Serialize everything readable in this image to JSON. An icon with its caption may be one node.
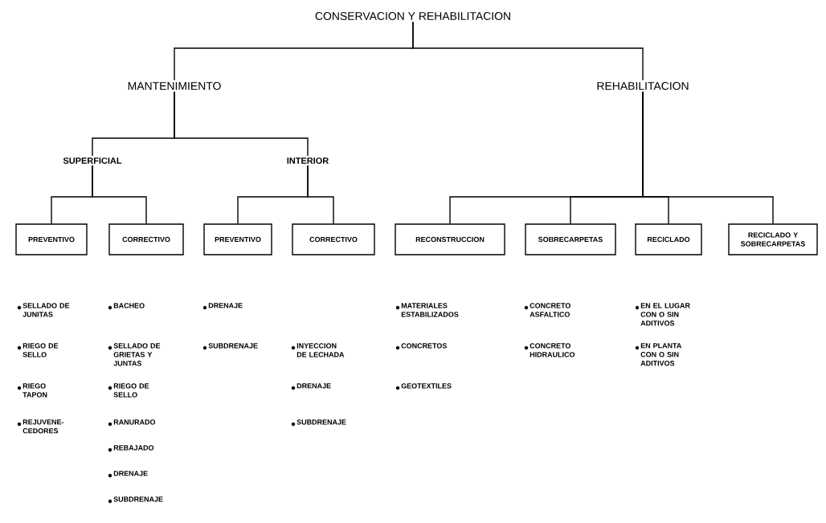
{
  "diagram": {
    "nodes": [
      {
        "text": [
          "CONSERVACION  Y REHABILITACION"
        ]
      },
      {
        "text": [
          "MANTENIMIENTO"
        ]
      },
      {
        "text": [
          "REHABILITACION"
        ]
      },
      {
        "text": [
          "SUPERFICIAL"
        ]
      },
      {
        "text": [
          "INTERIOR"
        ]
      },
      {
        "text": [
          "PREVENTIVO"
        ]
      },
      {
        "text": [
          "CORRECTIVO"
        ]
      },
      {
        "text": [
          "PREVENTIVO"
        ]
      },
      {
        "text": [
          "CORRECTIVO"
        ]
      },
      {
        "text": [
          "RECONSTRUCCION"
        ]
      },
      {
        "text": [
          "SOBRECARPETAS"
        ]
      },
      {
        "text": [
          "RECICLADO"
        ]
      },
      {
        "text": [
          "RECICLADO Y SOBRECARPETAS"
        ]
      }
    ],
    "edges": [
      {
        "from": 0,
        "to": 1,
        "arrow": "none"
      },
      {
        "from": 0,
        "to": 2,
        "arrow": "none"
      },
      {
        "from": 1,
        "to": 3,
        "arrow": "none"
      },
      {
        "from": 1,
        "to": 4,
        "arrow": "none"
      },
      {
        "from": 3,
        "to": 5,
        "arrow": "none"
      },
      {
        "from": 3,
        "to": 6,
        "arrow": "none"
      },
      {
        "from": 4,
        "to": 7,
        "arrow": "none"
      },
      {
        "from": 4,
        "to": 8,
        "arrow": "none"
      },
      {
        "from": 2,
        "to": 9,
        "arrow": "none"
      },
      {
        "from": 2,
        "to": 10,
        "arrow": "none"
      },
      {
        "from": 2,
        "to": 11,
        "arrow": "none"
      },
      {
        "from": 2,
        "to": 12,
        "arrow": "none"
      }
    ],
    "labels": [
      "SELLADO DE JUNITAS",
      "BACHEO",
      "DRENAJE",
      "MATERIALES ESTABILIZADOS",
      "CONCRETO ASFALTICO",
      "EN EL LUGAR CON O SIN ADITIVOS",
      "RIEGO DE SELLO",
      "SELLADO DE GRIETAS Y JUNTAS",
      "SUBDRENAJE",
      "INYECCION DE LECHADA",
      "CONCRETOS",
      "CONCRETO HIDRAULICO",
      "EN PLANTA CON O SIN ADITIVOS",
      "RIEGO TAPON",
      "RIEGO DE SELLO",
      "DRENAJE",
      "GEOTEXTILES",
      "REJUVENE- CEDORES",
      "RANURADO",
      "SUBDRENAJE",
      "REBAJADO",
      "DRENAJE",
      "SUBDRENAJE"
    ]
  }
}
